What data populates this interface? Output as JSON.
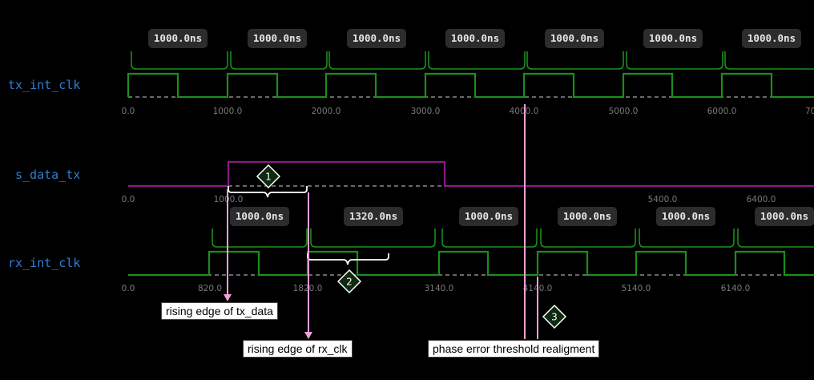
{
  "signals": [
    {
      "id": "tx",
      "label": "tx_int_clk"
    },
    {
      "id": "sd",
      "label": "s_data_tx"
    },
    {
      "id": "rx",
      "label": "rx_int_clk"
    }
  ],
  "tx_ticks": [
    "0.0",
    "1000.0",
    "2000.0",
    "3000.0",
    "4000.0",
    "5000.0",
    "6000.0",
    "70"
  ],
  "sd_ticks": [
    "0.0",
    "1000.0",
    "5400.0",
    "6400.0"
  ],
  "rx_ticks": [
    "0.0",
    "820.0",
    "1820.0",
    "3140.0",
    "4140.0",
    "5140.0",
    "6140.0"
  ],
  "tx_periods": [
    "1000.0ns",
    "1000.0ns",
    "1000.0ns",
    "1000.0ns",
    "1000.0ns",
    "1000.0ns",
    "1000.0ns"
  ],
  "rx_periods": [
    "1000.0ns",
    "1320.0ns",
    "1000.0ns",
    "1000.0ns",
    "1000.0ns",
    "1000.0ns"
  ],
  "markers": [
    "1",
    "2",
    "3"
  ],
  "annotations": {
    "rising_tx_data": "rising edge of tx_data",
    "rising_rx_clk": "rising edge of rx_clk",
    "phase_realign": "phase error threshold realigment"
  },
  "colors": {
    "clock": "#1a8f1a",
    "data": "#8a1a8a",
    "label": "#2f7fd6",
    "arrow": "#f0a0d8",
    "dashed": "#8a8a8a"
  }
}
